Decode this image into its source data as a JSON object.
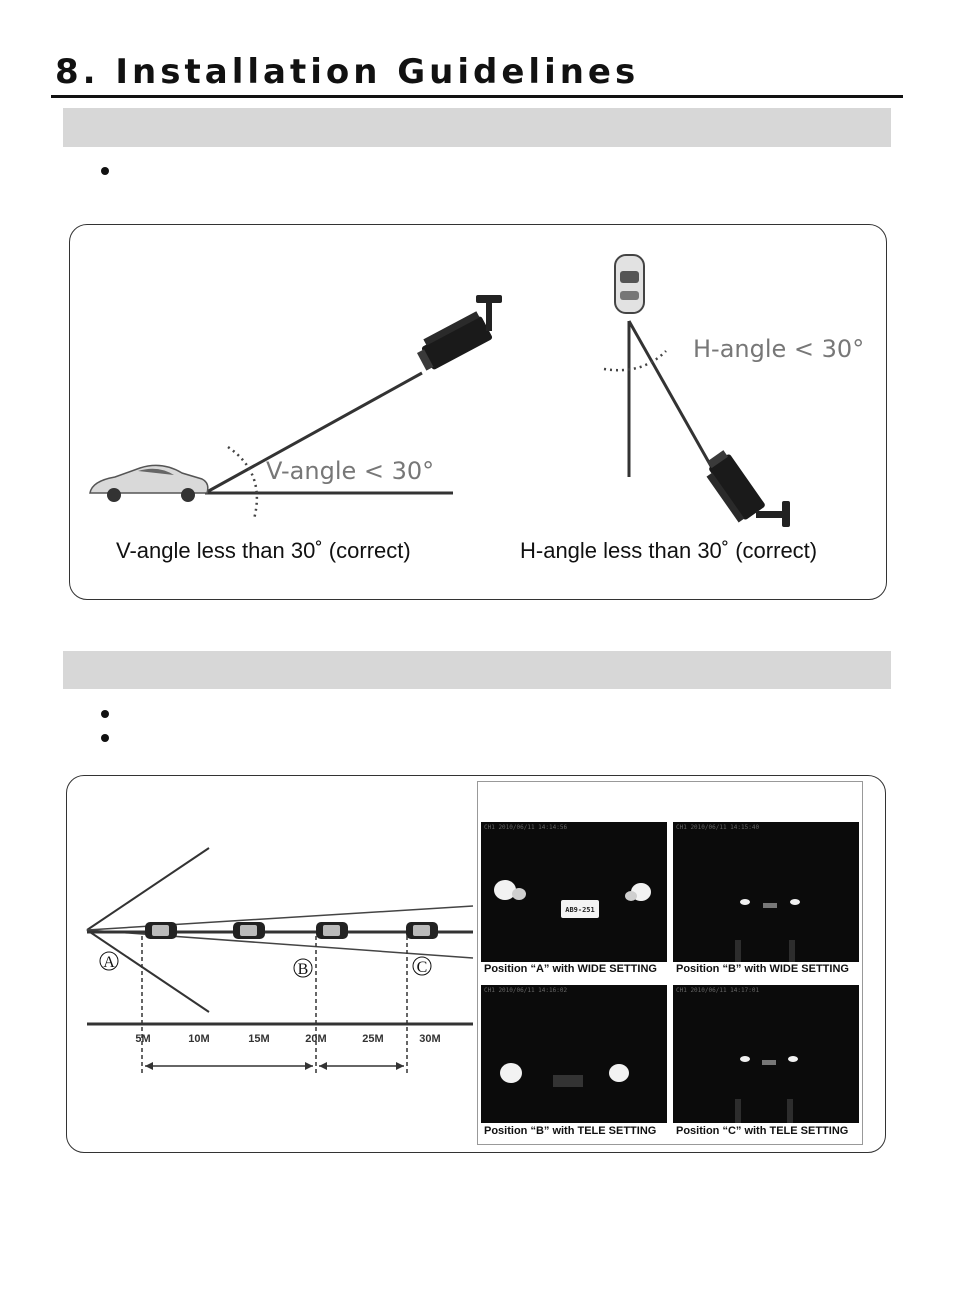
{
  "page": {
    "title": "8. Installation Guidelines"
  },
  "angle_panel": {
    "v_angle_label": "V-angle < 30°",
    "h_angle_label": "H-angle < 30°",
    "v_caption": "V-angle less than 30˚ (correct)",
    "h_caption": "H-angle less than 30˚ (correct)"
  },
  "distance_panel": {
    "positions": [
      "A",
      "B",
      "C"
    ],
    "distance_marks": [
      "5M",
      "10M",
      "15M",
      "20M",
      "25M",
      "30M"
    ],
    "photos": [
      {
        "label": "Position “A” with WIDE SETTING",
        "stamp": "CH1 2010/06/11 14:14:56"
      },
      {
        "label": "Position “B” with WIDE SETTING",
        "stamp": "CH1 2010/06/11 14:15:40"
      },
      {
        "label": "Position “B” with TELE SETTING",
        "stamp": "CH1 2010/06/11 14:16:02"
      },
      {
        "label": "Position “C” with TELE SETTING",
        "stamp": "CH1 2010/06/11 14:17:01"
      }
    ],
    "plate_text": "AB9-251"
  }
}
